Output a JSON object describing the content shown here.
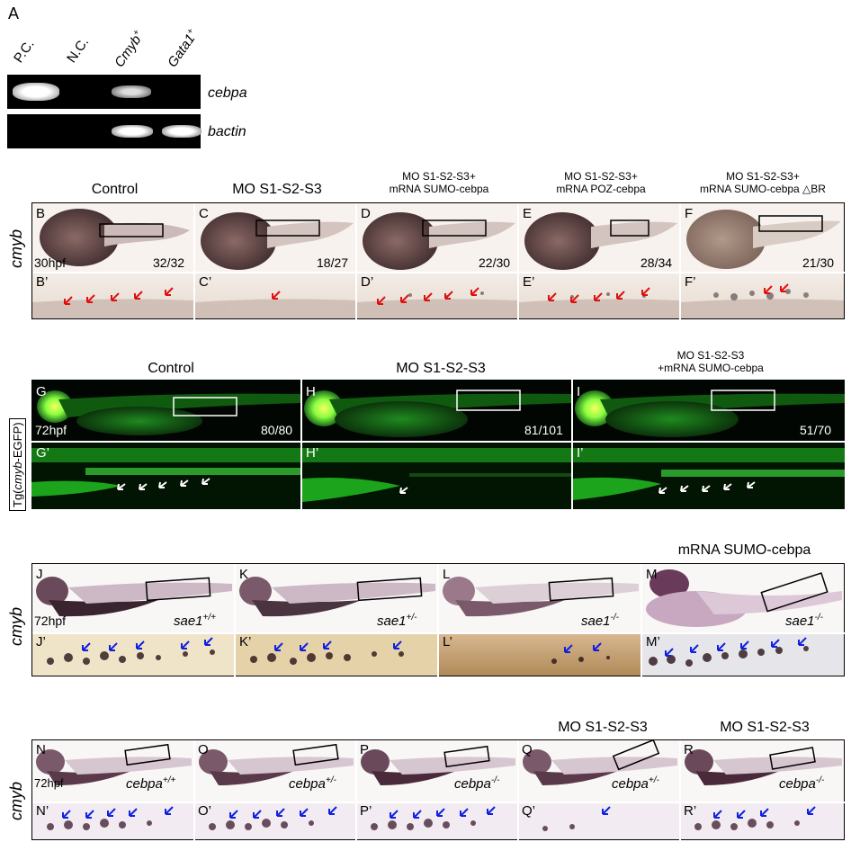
{
  "panel_a": {
    "letter": "A",
    "lanes": [
      "P.C.",
      "N.C.",
      "Cmyb",
      "Gata1"
    ],
    "lane_sup": [
      "",
      "",
      "+",
      "+"
    ],
    "genes": [
      "cebpa",
      "bactin"
    ]
  },
  "row_b": {
    "side_label": "cmyb",
    "titles": [
      {
        "l1": "",
        "l2": "Control"
      },
      {
        "l1": "",
        "l2": "MO S1-S2-S3"
      },
      {
        "l1": "MO S1-S2-S3+",
        "l2": "mRNA SUMO-cebpa"
      },
      {
        "l1": "MO S1-S2-S3+",
        "l2": "mRNA POZ-cebpa"
      },
      {
        "l1": "MO S1-S2-S3+",
        "l2": "mRNA SUMO-cebpa △BR"
      }
    ],
    "panels": [
      "B",
      "C",
      "D",
      "E",
      "F"
    ],
    "insets": [
      "B’",
      "C’",
      "D’",
      "E’",
      "F’"
    ],
    "counts": [
      "32/32",
      "18/27",
      "22/30",
      "28/34",
      "21/30"
    ],
    "stage": "30hpf"
  },
  "row_g": {
    "side_label_pre": "Tg(",
    "side_label_it": "cmyb",
    "side_label_post": "-EGFP)",
    "titles": [
      {
        "l1": "",
        "l2": "Control"
      },
      {
        "l1": "",
        "l2": "MO S1-S2-S3"
      },
      {
        "l1": "MO S1-S2-S3",
        "l2": "+mRNA SUMO-cebpa"
      }
    ],
    "panels": [
      "G",
      "H",
      "I"
    ],
    "insets": [
      "G’",
      "H’",
      "I’"
    ],
    "counts": [
      "80/80",
      "81/101",
      "51/70"
    ],
    "stage": "72hpf"
  },
  "row_j": {
    "side_label": "cmyb",
    "top_title": "mRNA SUMO-cebpa",
    "panels": [
      "J",
      "K",
      "L",
      "M"
    ],
    "insets": [
      "J’",
      "K’",
      "L’",
      "M’"
    ],
    "genotype_gene": "sae1",
    "genotypes": [
      "+/+",
      "+/-",
      "-/-",
      "-/-"
    ],
    "stage": "72hpf"
  },
  "row_n": {
    "side_label": "cmyb",
    "titles": [
      "",
      "",
      "",
      "MO S1-S2-S3",
      "MO S1-S2-S3"
    ],
    "panels": [
      "N",
      "O",
      "P",
      "Q",
      "R"
    ],
    "insets": [
      "N’",
      "O’",
      "P’",
      "Q’",
      "R’"
    ],
    "genotype_gene": "cebpa",
    "genotypes": [
      "+/+",
      "+/-",
      "-/-",
      "+/-",
      "-/-"
    ],
    "stage": "72hpf"
  },
  "colors": {
    "red_arrow": "#e01010",
    "blue_arrow": "#1020e0",
    "egfp_green": "#22cc22",
    "ish_bg": "#efe6dc",
    "embryo_purple": "#7a5a6a"
  }
}
